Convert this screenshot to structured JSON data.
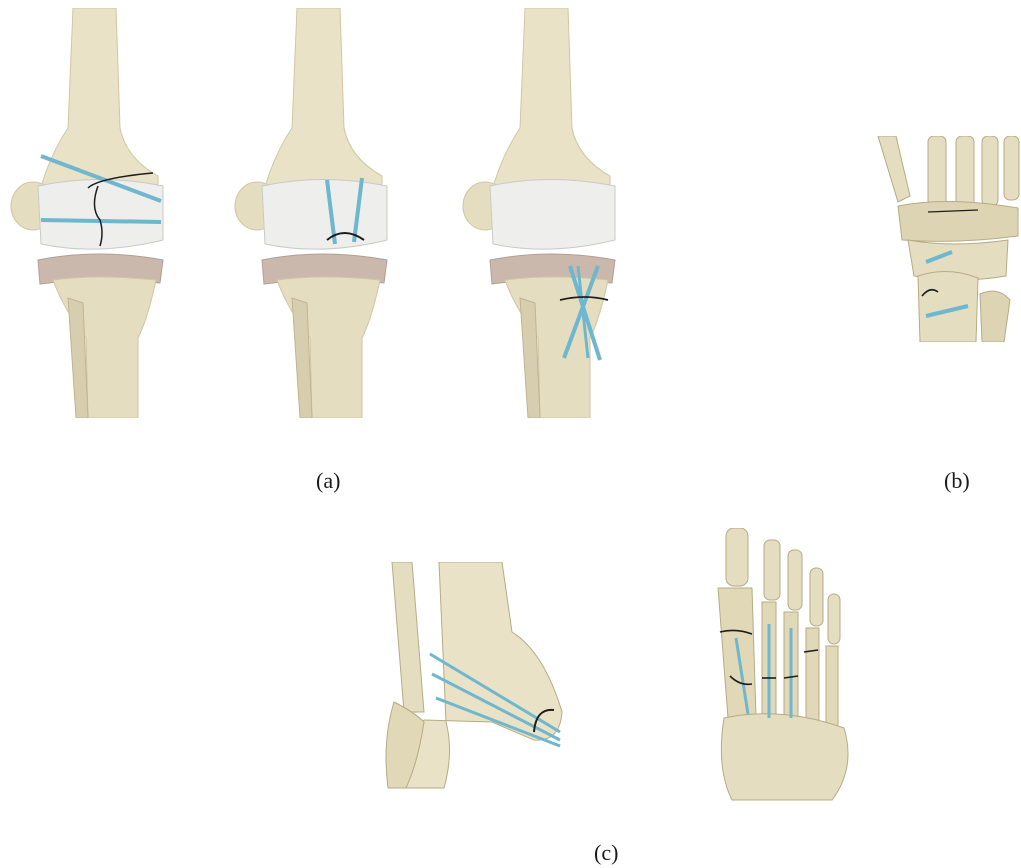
{
  "captions": {
    "a": "(a)",
    "b": "(b)",
    "c": "(c)"
  },
  "colors": {
    "bone": "#e9e2c6",
    "bone_shade": "#cfc6a4",
    "bone_dark": "#b6ab86",
    "cartilage": "#eeeeec",
    "cartilage_shade": "#c9c9c6",
    "meniscus": "#cbb8ad",
    "screw": "#6fb6cf",
    "fracture": "#1d1d1d"
  }
}
